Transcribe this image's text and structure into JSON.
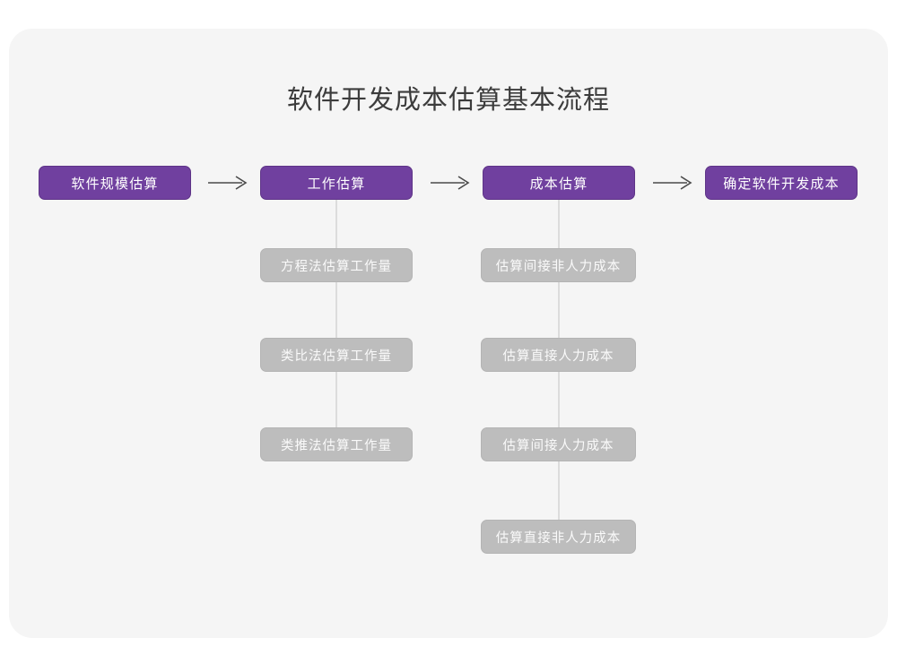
{
  "diagram": {
    "title": "软件开发成本估算基本流程",
    "colors": {
      "page_background": "#ffffff",
      "card_background": "#f5f5f5",
      "primary_node": "#70409f",
      "primary_node_border": "#5e3487",
      "sub_node": "#bdbdbd",
      "sub_node_text": "#fafafa",
      "connector": "#dcdcdc",
      "arrow": "#4a4a4a",
      "title_text": "#3c3c3c"
    },
    "main_flow": [
      {
        "id": "step-1",
        "label": "软件规模估算"
      },
      {
        "id": "step-2",
        "label": "工作估算"
      },
      {
        "id": "step-3",
        "label": "成本估算"
      },
      {
        "id": "step-4",
        "label": "确定软件开发成本"
      }
    ],
    "arrows": [
      {
        "id": "arrow-1",
        "glyph": "long-right-arrow"
      },
      {
        "id": "arrow-2",
        "glyph": "long-right-arrow"
      },
      {
        "id": "arrow-3",
        "glyph": "long-right-arrow"
      }
    ],
    "branches": [
      {
        "id": "branch-work-estimation",
        "parent": "工作估算",
        "items": [
          {
            "label": "方程法估算工作量"
          },
          {
            "label": "类比法估算工作量"
          },
          {
            "label": "类推法估算工作量"
          }
        ]
      },
      {
        "id": "branch-cost-estimation",
        "parent": "成本估算",
        "items": [
          {
            "label": "估算间接非人力成本"
          },
          {
            "label": "估算直接人力成本"
          },
          {
            "label": "估算间接人力成本"
          },
          {
            "label": "估算直接非人力成本"
          }
        ]
      }
    ]
  }
}
